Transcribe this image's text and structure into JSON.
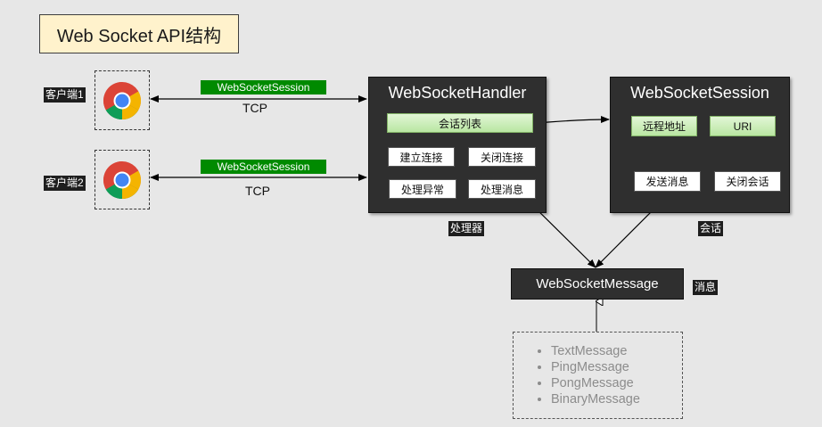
{
  "title": "Web Socket API结构",
  "clients": [
    {
      "label": "客户端1",
      "session_tag": "WebSocketSession",
      "protocol": "TCP",
      "icon": "chrome-icon"
    },
    {
      "label": "客户端2",
      "session_tag": "WebSocketSession",
      "protocol": "TCP",
      "icon": "chrome-icon"
    }
  ],
  "handler": {
    "title": "WebSocketHandler",
    "session_list": "会话列表",
    "buttons": [
      "建立连接",
      "关闭连接",
      "处理异常",
      "处理消息"
    ],
    "caption": "处理器"
  },
  "session": {
    "title": "WebSocketSession",
    "fields": [
      "远程地址",
      "URI"
    ],
    "buttons": [
      "发送消息",
      "关闭会话"
    ],
    "caption": "会话"
  },
  "message": {
    "title": "WebSocketMessage",
    "caption": "消息",
    "types": [
      "TextMessage",
      "PingMessage",
      "PongMessage",
      "BinaryMessage"
    ]
  },
  "colors": {
    "background": "#e7e7e7",
    "title_fill": "#fff2cc",
    "panel": "#2f2f2f",
    "session_tag": "#008a00",
    "field_fill": "#c6ecb3"
  }
}
